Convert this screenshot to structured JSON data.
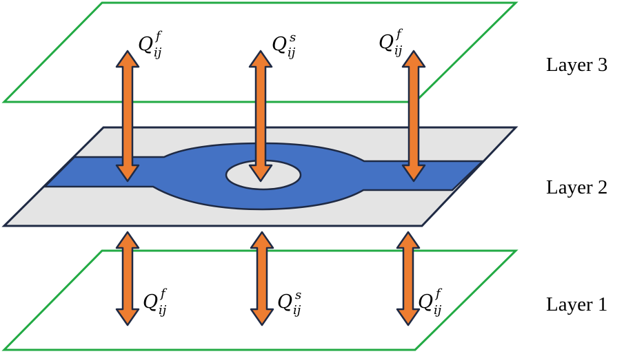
{
  "layers": [
    {
      "label": "Layer 3"
    },
    {
      "label": "Layer 2"
    },
    {
      "label": "Layer 1"
    }
  ],
  "flux_labels": {
    "top": [
      {
        "symbol": "Q",
        "superscript": "f",
        "subscript": "ij"
      },
      {
        "symbol": "Q",
        "superscript": "s",
        "subscript": "ij"
      },
      {
        "symbol": "Q",
        "superscript": "f",
        "subscript": "ij"
      }
    ],
    "bottom": [
      {
        "symbol": "Q",
        "superscript": "f",
        "subscript": "ij"
      },
      {
        "symbol": "Q",
        "superscript": "s",
        "subscript": "ij"
      },
      {
        "symbol": "Q",
        "superscript": "f",
        "subscript": "ij"
      }
    ]
  },
  "colors": {
    "plane_outline": "#22aa44",
    "middle_plane_fill": "#e4e4e4",
    "middle_plane_edge": "#1f2a44",
    "channel_fill": "#4472c4",
    "arrow_fill": "#ed7d31",
    "arrow_edge": "#1f2a44"
  }
}
